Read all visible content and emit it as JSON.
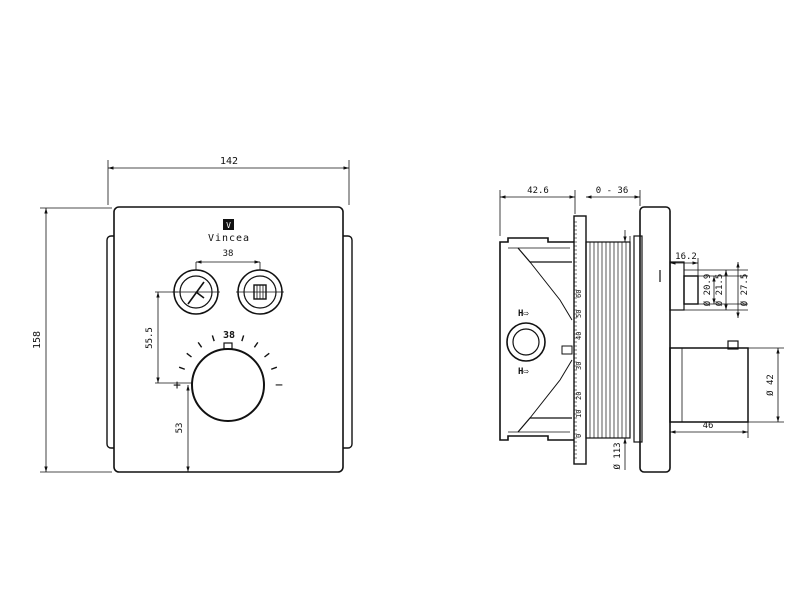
{
  "brand": {
    "logo_letter": "V",
    "name": "Vincea"
  },
  "front_view": {
    "dims": {
      "width": "142",
      "height": "158",
      "button_spacing": "38",
      "button_to_knob": "55.5",
      "knob_to_bottom": "53"
    },
    "dial": {
      "temp_label": "38",
      "cold_symbol": "+",
      "hot_symbol": "−"
    }
  },
  "side_view": {
    "dims": {
      "depth": "42.6",
      "adjust_range": "0 - 36",
      "outlet_length": "16.2",
      "d1": "Ø 20.9",
      "d2": "Ø 21.5",
      "d3": "Ø 27.5",
      "outlet2_diam": "Ø 42",
      "outlet2_length": "46",
      "flange_diam": "Ø 113"
    },
    "flow_labels": [
      "H⇨",
      "H⇨"
    ],
    "scale_marks": [
      "60",
      "50",
      "40",
      "30",
      "20",
      "10",
      "0"
    ]
  }
}
